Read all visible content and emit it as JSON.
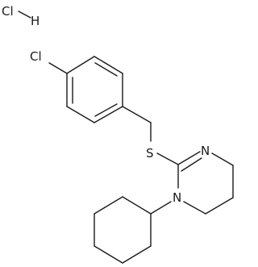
{
  "molecule": {
    "atom_labels": {
      "chlorine_hcl": "Cl",
      "hydrogen": "H",
      "chlorine_ring": "Cl",
      "sulfur": "S",
      "nitrogen_imine": "N",
      "nitrogen_amine": "N"
    }
  },
  "colors": {
    "bond": "#1a1a1a",
    "background": "#ffffff"
  }
}
